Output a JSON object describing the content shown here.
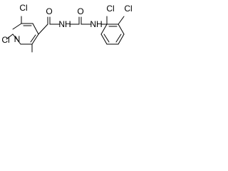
{
  "structure": {
    "atom_labels": {
      "cl_top_left": "Cl",
      "cl_bottom_left": "Cl",
      "n_ring_left": "N",
      "o_carbonyl_1": "O",
      "nh_1": "NH",
      "o_carbonyl_2": "O",
      "nh_2": "NH",
      "cl_right_1": "Cl",
      "cl_right_2": "Cl"
    }
  },
  "colors": {
    "bond": "#000000",
    "text": "#000000",
    "background": "#ffffff"
  }
}
